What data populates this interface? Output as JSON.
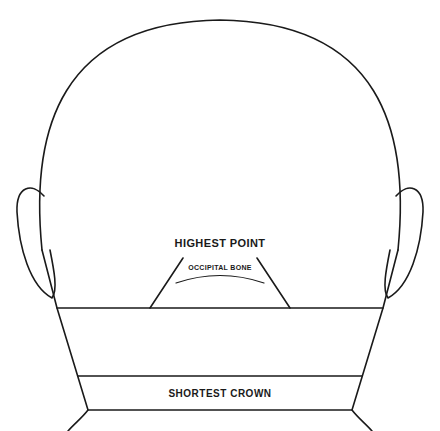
{
  "diagram": {
    "nodes": [
      {
        "text": [
          "SHORTEST CROWN"
        ]
      }
    ],
    "labels": [
      "HIGHEST POINT",
      "OCCIPITAL BONE"
    ]
  }
}
